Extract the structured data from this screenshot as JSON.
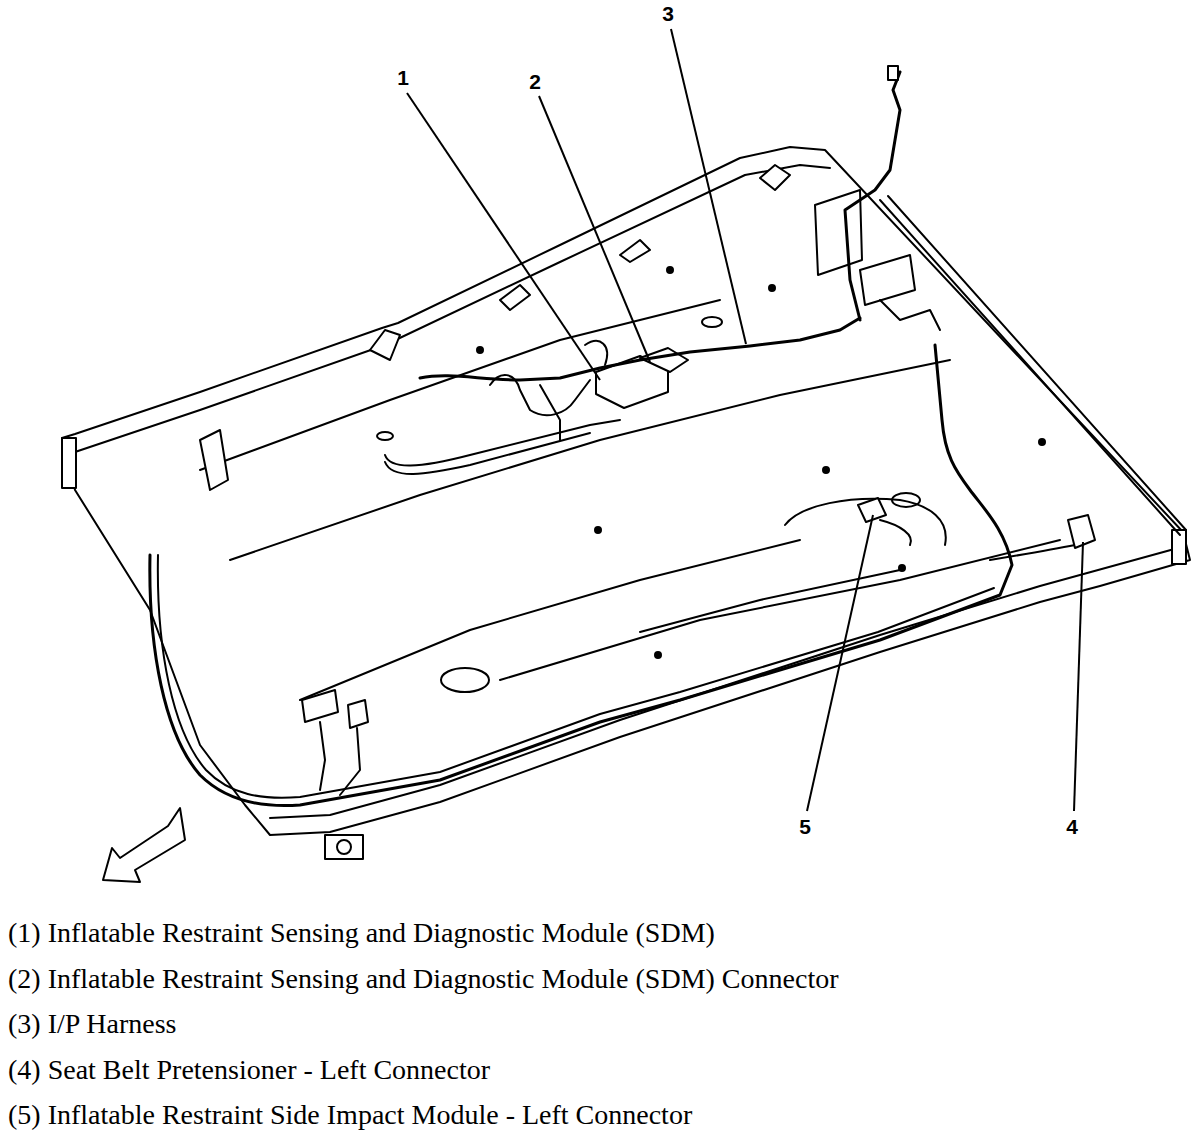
{
  "diagram": {
    "labels": [
      "1",
      "2",
      "3",
      "4",
      "5",
      "(1) Inflatable Restraint Sensing and Diagnostic Module (SDM)",
      "(2) Inflatable Restraint Sensing and Diagnostic Module (SDM) Connector",
      "(3) I/P Harness",
      "(4) Seat Belt Pretensioner - Left Connector",
      "(5) Inflatable Restraint Side Impact Module - Left Connector"
    ]
  }
}
